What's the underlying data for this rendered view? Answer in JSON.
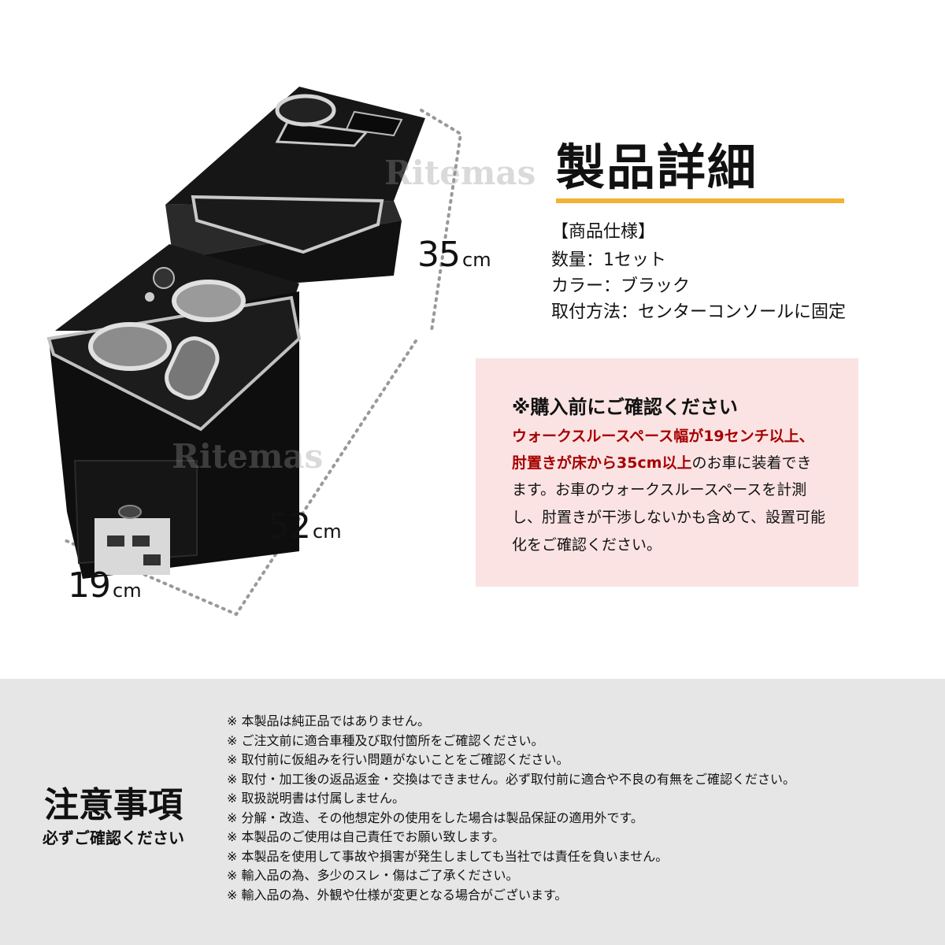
{
  "dimensions": {
    "height": "35",
    "length": "52",
    "width": "19",
    "unit": "cm"
  },
  "watermark": "Ritemas",
  "details": {
    "title": "製品詳細",
    "spec_header": "【商品仕様】",
    "specs": [
      "数量：1セット",
      "カラー：ブラック",
      "取付方法：センターコンソールに固定"
    ]
  },
  "notice": {
    "title": "※購入前にご確認ください",
    "red_line1": "ウォークスルースペース幅が19センチ以上、",
    "red_line2": "肘置きが床から35cm以上",
    "line2_rest": "のお車に装着でき",
    "line3": "ます。お車のウォークスルースペースを計測",
    "line4": "し、肘置きが干渉しないかも含めて、設置可能",
    "line5": "化をご確認ください。"
  },
  "caution": {
    "title": "注意事項",
    "subtitle": "必ずご確認ください",
    "items": [
      "※ 本製品は純正品ではありません。",
      "※ ご注文前に適合車種及び取付箇所をご確認ください。",
      "※ 取付前に仮組みを行い問題がないことをご確認ください。",
      "※ 取付・加工後の返品返金・交換はできません。必ず取付前に適合や不良の有無をご確認ください。",
      "※ 取扱説明書は付属しません。",
      "※ 分解・改造、その他想定外の使用をした場合は製品保証の適用外です。",
      "※ 本製品のご使用は自己責任でお願い致します。",
      "※ 本製品を使用して事故や損害が発生しましても当社では責任を負いません。",
      "※ 輸入品の為、多少のスレ・傷はご了承ください。",
      "※ 輸入品の為、外観や仕様が変更となる場合がございます。"
    ]
  },
  "colors": {
    "accent_bar": "#f2b233",
    "notice_bg": "#fbe3e3",
    "notice_red": "#a70000",
    "caution_bg": "#e6e6e6"
  }
}
